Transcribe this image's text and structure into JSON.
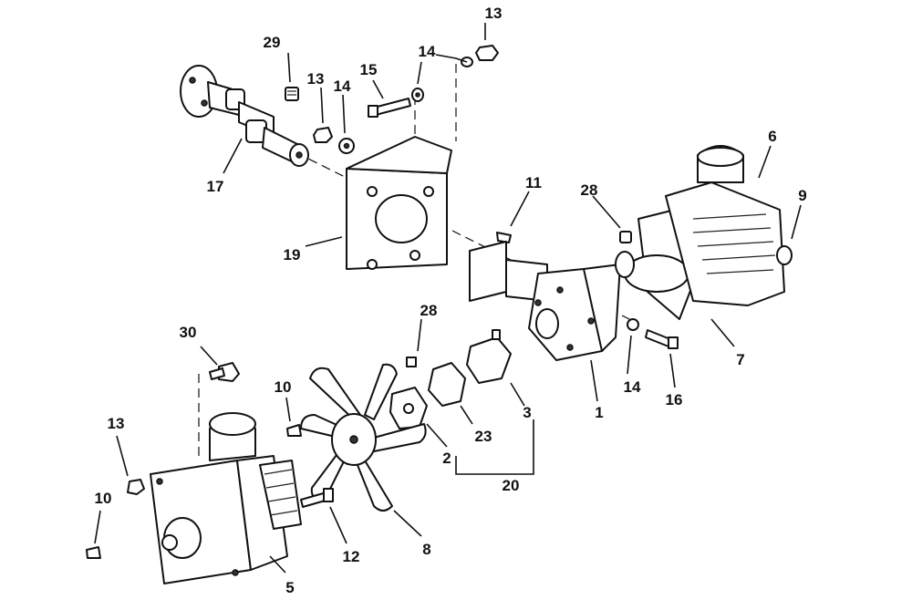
{
  "callouts": [
    {
      "id": "c13a",
      "label": "13"
    },
    {
      "id": "c14a",
      "label": "14"
    },
    {
      "id": "c29",
      "label": "29"
    },
    {
      "id": "c15",
      "label": "15"
    },
    {
      "id": "c13b",
      "label": "13"
    },
    {
      "id": "c14b",
      "label": "14"
    },
    {
      "id": "c17",
      "label": "17"
    },
    {
      "id": "c19",
      "label": "19"
    },
    {
      "id": "c11",
      "label": "11"
    },
    {
      "id": "c28a",
      "label": "28"
    },
    {
      "id": "c6",
      "label": "6"
    },
    {
      "id": "c9",
      "label": "9"
    },
    {
      "id": "c7",
      "label": "7"
    },
    {
      "id": "c16",
      "label": "16"
    },
    {
      "id": "c14c",
      "label": "14"
    },
    {
      "id": "c1",
      "label": "1"
    },
    {
      "id": "c28b",
      "label": "28"
    },
    {
      "id": "c30",
      "label": "30"
    },
    {
      "id": "c10a",
      "label": "10"
    },
    {
      "id": "c13c",
      "label": "13"
    },
    {
      "id": "c10b",
      "label": "10"
    },
    {
      "id": "c3",
      "label": "3"
    },
    {
      "id": "c23",
      "label": "23"
    },
    {
      "id": "c2",
      "label": "2"
    },
    {
      "id": "c20",
      "label": "20"
    },
    {
      "id": "c8",
      "label": "8"
    },
    {
      "id": "c12",
      "label": "12"
    },
    {
      "id": "c5",
      "label": "5"
    }
  ]
}
